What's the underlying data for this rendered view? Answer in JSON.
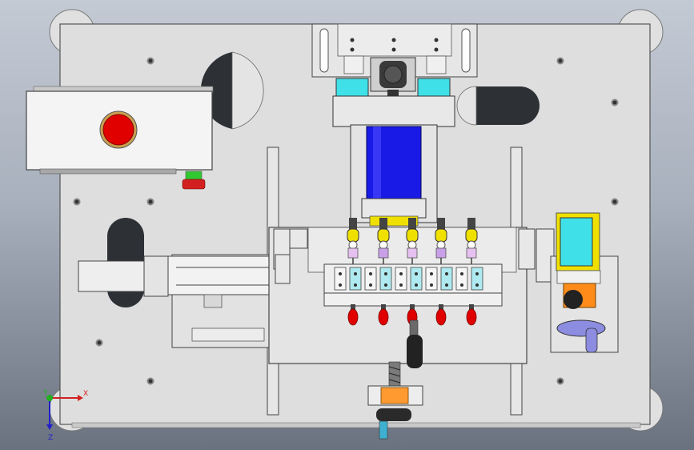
{
  "view": {
    "background_top": "#c4cad4",
    "background_bottom": "#6a7280"
  },
  "colors": {
    "plate": "#dcdcdc",
    "plate_edge": "#555555",
    "cyan_part": "#3fe0e8",
    "motor_blue": "#1a1ae6",
    "yellow_part": "#f0e000",
    "red_button": "#e00000",
    "orange_part": "#ff8c1a",
    "violet_handle": "#8c8ce0"
  },
  "triad": {
    "x_label": "X",
    "y_label": "Y",
    "z_label": "Z"
  }
}
